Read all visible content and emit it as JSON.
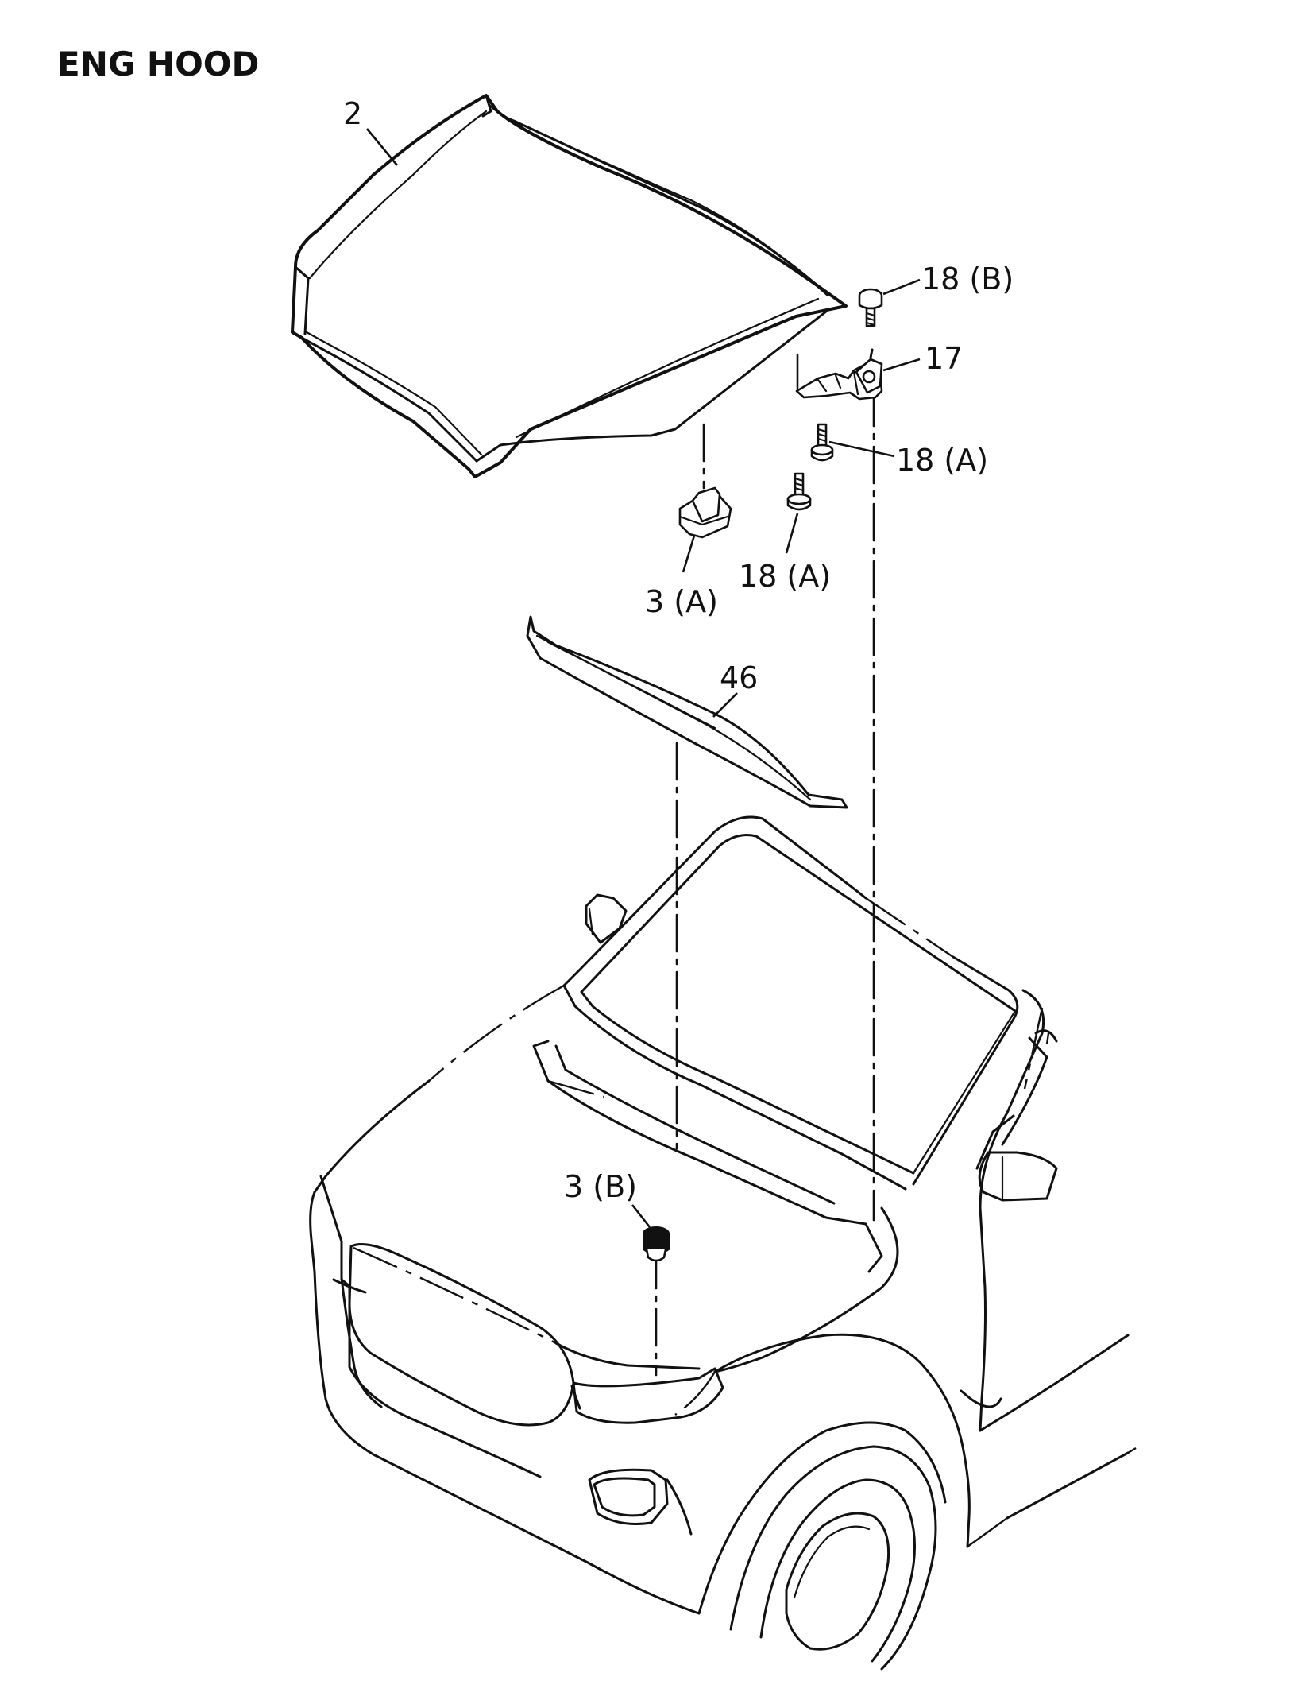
{
  "title": "ENG HOOD",
  "callouts": {
    "hood": "2",
    "bolt_b": "18 (B)",
    "hinge": "17",
    "bolt_a_upper": "18 (A)",
    "bolt_a_lower": "18 (A)",
    "bumper_a": "3 (A)",
    "seal": "46",
    "bumper_b": "3 (B)"
  },
  "icons": [
    "hood-panel",
    "hood-hinge",
    "bolt",
    "rubber-bumper",
    "hood-seal-strip",
    "vehicle-body"
  ]
}
